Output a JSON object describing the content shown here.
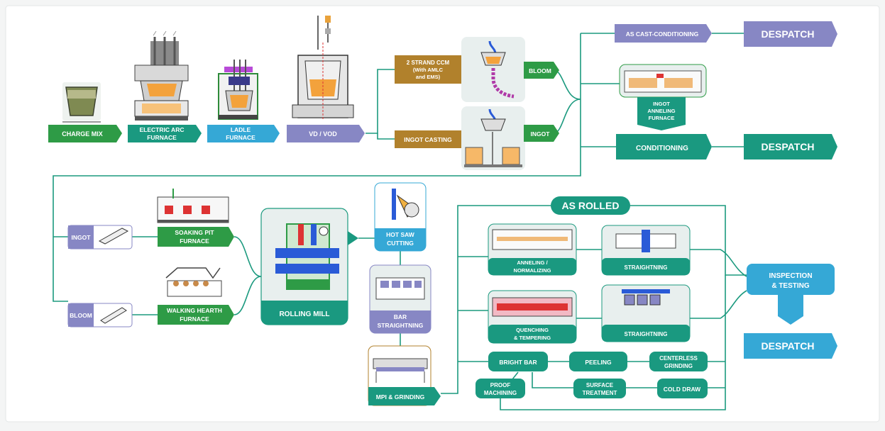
{
  "colors": {
    "green": "#2e9b46",
    "teal": "#1a9980",
    "blue": "#35a8d6",
    "lavender": "#8787c4",
    "brown": "#b1812c",
    "line": "#1c9a7f",
    "frame": "#e8efee"
  },
  "stage1": {
    "charge_mix": "CHARGE MIX",
    "eaf_1": "ELECTRIC ARC",
    "eaf_2": "FURNACE",
    "ladle_1": "LADLE",
    "ladle_2": "FURNACE",
    "vd_vod": "VD / VOD"
  },
  "casting": {
    "ccm_1": "2 STRAND CCM",
    "ccm_2": "(With AMLC",
    "ccm_3": "and EMS)",
    "ingot_casting": "INGOT CASTING",
    "bloom": "BLOOM",
    "ingot": "INGOT"
  },
  "right_top": {
    "as_cast": "AS CAST-CONDITIONING",
    "despatch_1": "DESPATCH",
    "anneal_1": "INGOT",
    "anneal_2": "ANNELING",
    "anneal_3": "FURNACE",
    "conditioning": "CONDITIONING",
    "despatch_2": "DESPATCH"
  },
  "rolling": {
    "ingot": "INGOT",
    "bloom": "BLOOM",
    "soaking_1": "SOAKING PIT",
    "soaking_2": "FURNACE",
    "walking_1": "WALKING HEARTH",
    "walking_2": "FURNACE",
    "rolling_mill": "ROLLING MILL",
    "hot_saw_1": "HOT SAW",
    "hot_saw_2": "CUTTING",
    "bar_str_1": "BAR",
    "bar_str_2": "STRAIGHTNING",
    "mpi": "MPI & GRINDING"
  },
  "as_rolled": {
    "title": "AS ROLLED",
    "annealing_1": "ANNELING /",
    "annealing_2": "NORMALIZING",
    "straight_1": "STRAIGHTNING",
    "quench_1": "QUENCHING",
    "quench_2": "& TEMPERING",
    "straight_2": "STRAIGHTNING",
    "bright_bar": "BRIGHT BAR",
    "peeling": "PEELING",
    "centerless_1": "CENTERLESS",
    "centerless_2": "GRINDING",
    "proof_1": "PROOF",
    "proof_2": "MACHINING",
    "surface_1": "SURFACE",
    "surface_2": "TREATMENT",
    "cold_draw": "COLD DRAW",
    "inspection_1": "INSPECTION",
    "inspection_2": "& TESTING",
    "despatch_3": "DESPATCH"
  }
}
